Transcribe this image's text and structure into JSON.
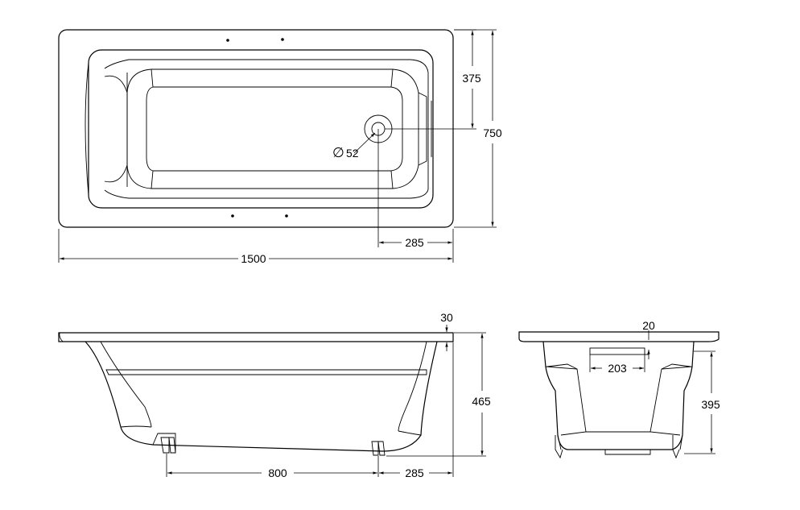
{
  "dimensions": {
    "top_width": "1500",
    "top_depth": "750",
    "drain_offset_y": "375",
    "drain_offset_x": "285",
    "drain_diameter": "52",
    "diameter_symbol": "∅",
    "rim_thickness": "30",
    "total_height": "465",
    "feet_spacing": "800",
    "feet_offset": "285",
    "end_rim": "20",
    "end_width": "203",
    "end_height": "395"
  }
}
